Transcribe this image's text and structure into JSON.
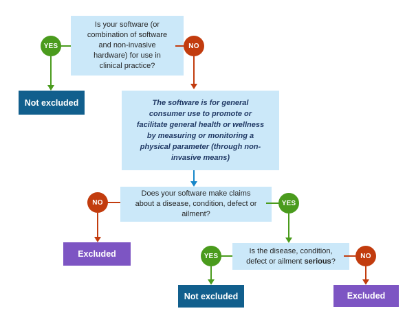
{
  "flowchart": {
    "q1": "Is your software (or\ncombination of software\nand non-invasive\nhardware) for use in\nclinical practice?",
    "statement": "The software is for general\nconsumer use to promote or\nfacilitate general health or wellness\nby measuring or monitoring a\nphysical parameter (through non-\ninvasive means)",
    "q2": "Does your software make claims\nabout a disease, condition, defect or\nailment?",
    "q3": {
      "prefix": "Is the disease, condition,\ndefect or ailment ",
      "emphasis": "serious",
      "suffix": "?"
    },
    "labels": {
      "yes": "YES",
      "no": "NO"
    },
    "outcomes": {
      "not_excluded": "Not excluded",
      "excluded": "Excluded"
    },
    "colors": {
      "box_light_blue": "#cbe8f9",
      "terminal_dark_blue": "#115f8d",
      "terminal_purple": "#7d55c3",
      "yes_green": "#4a9b1d",
      "no_red": "#c23c0e",
      "flow_arrow_blue": "#1787c9",
      "statement_text_navy": "#1f3864",
      "question_text": "#262626"
    }
  }
}
